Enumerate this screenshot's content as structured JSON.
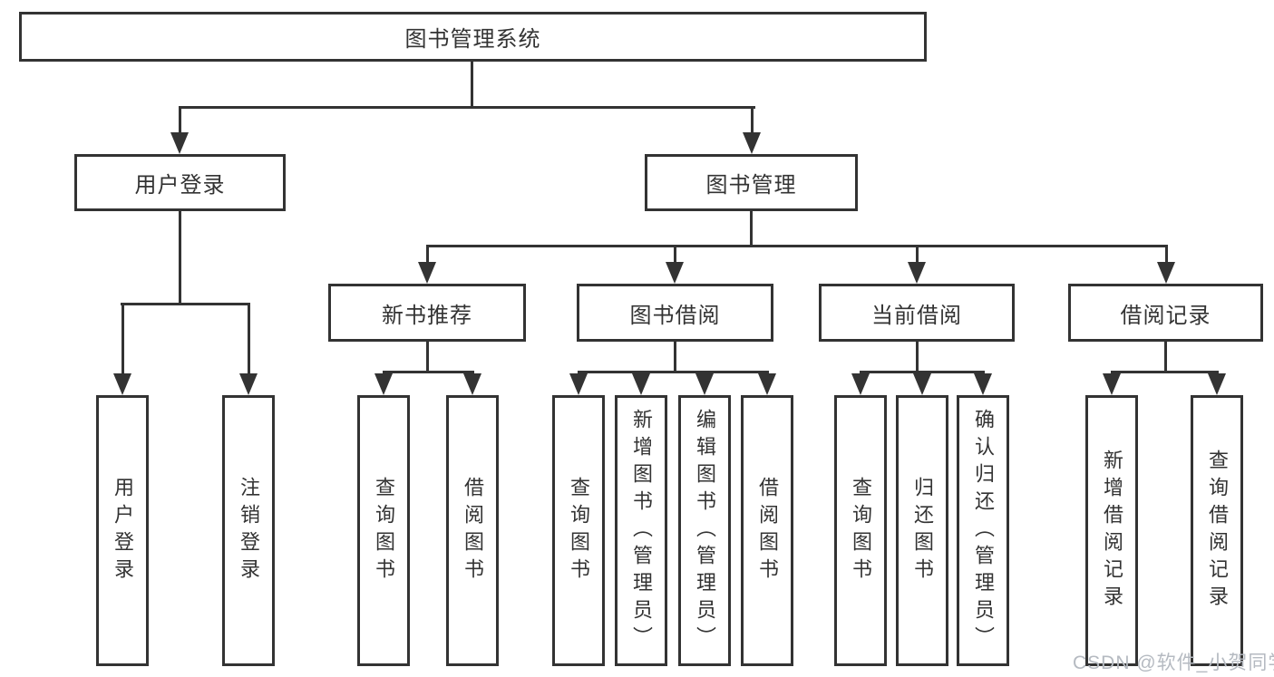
{
  "tree": {
    "label": "图书管理系统",
    "children": [
      {
        "label": "用户登录",
        "children": [
          {
            "label": "用户登录"
          },
          {
            "label": "注销登录"
          }
        ]
      },
      {
        "label": "图书管理",
        "children": [
          {
            "label": "新书推荐",
            "children": [
              {
                "label": "查询图书"
              },
              {
                "label": "借阅图书"
              }
            ]
          },
          {
            "label": "图书借阅",
            "children": [
              {
                "label": "查询图书"
              },
              {
                "label": "新增图书（管理员）"
              },
              {
                "label": "编辑图书（管理员）"
              },
              {
                "label": "借阅图书"
              }
            ]
          },
          {
            "label": "当前借阅",
            "children": [
              {
                "label": "查询图书"
              },
              {
                "label": "归还图书"
              },
              {
                "label": "确认归还（管理员）"
              }
            ]
          },
          {
            "label": "借阅记录",
            "children": [
              {
                "label": "新增借阅记录"
              },
              {
                "label": "查询借阅记录"
              }
            ]
          }
        ]
      }
    ]
  },
  "watermark": {
    "text": "CSDN @软件_小贺同学"
  },
  "colors": {
    "line": "#333333",
    "box_border": "#333333",
    "background": "#ffffff",
    "watermark": "#b5bac1"
  }
}
